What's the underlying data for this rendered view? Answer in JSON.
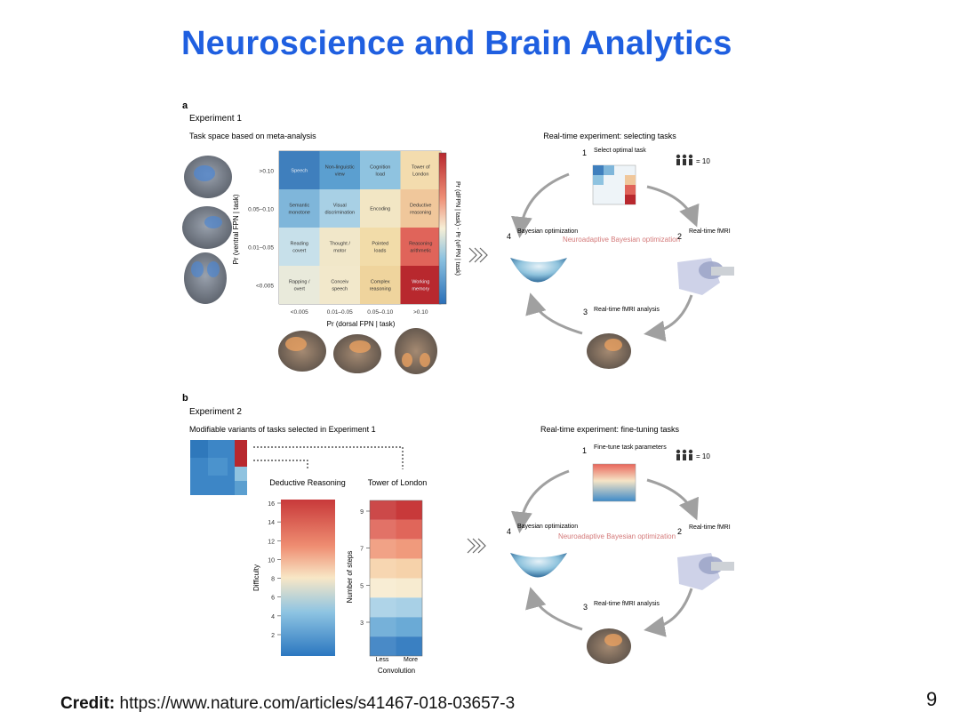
{
  "slide": {
    "title": "Neuroscience and Brain Analytics",
    "credit_label": "Credit:",
    "credit_url": "https://www.nature.com/articles/s41467-018-03657-3",
    "page_number": "9"
  },
  "panel_a": {
    "letter": "a",
    "experiment": "Experiment 1",
    "subtitle": "Task space based on meta-analysis",
    "ylabel": "Pr (ventral FPN | task)",
    "xlabel": "Pr (dorsal FPN | task)",
    "colorbar_label": "Pr (dFPN | task) - Pr (vFPN | task)",
    "row_labels": [
      ">0.10",
      "0.05–0.10",
      "0.01–0.05",
      "<0.005"
    ],
    "col_labels": [
      "<0.005",
      "0.01–0.05",
      "0.05–0.10",
      ">0.10"
    ],
    "cells": [
      [
        "Speech",
        "Non-linguistic view",
        "Cognition load",
        "Tower of London"
      ],
      [
        "Semantic monotone",
        "Visual discrimination",
        "Encoding",
        "Deductive reasoning"
      ],
      [
        "Reading covert",
        "Thought / motor",
        "Pointed loads",
        "Reasoning arithmetic"
      ],
      [
        "Rapping / overt",
        "Conceiv speech",
        "Complex reasoning",
        "Working memory"
      ]
    ],
    "cell_colors": [
      [
        "#3f7fbd",
        "#5b9fd0",
        "#8fc3e0",
        "#f3dcae"
      ],
      [
        "#7fb6da",
        "#a8d0e5",
        "#f2e6c4",
        "#f0c79b"
      ],
      [
        "#c7e0ea",
        "#f1e7c9",
        "#f2dca9",
        "#e0645a"
      ],
      [
        "#e9eadb",
        "#f2e8cb",
        "#efd49d",
        "#b8282e"
      ]
    ],
    "cycle_title": "Real-time experiment: selecting tasks",
    "center_label": "Neuroadaptive Bayesian optimization",
    "step1": "Select optimal task",
    "step2": "Real-time fMRI",
    "step3": "Real-time fMRI analysis",
    "step4": "Bayesian optimization",
    "participants": "= 10",
    "num1": "1",
    "num2": "2",
    "num3": "3",
    "num4": "4"
  },
  "panel_b": {
    "letter": "b",
    "experiment": "Experiment 2",
    "subtitle": "Modifiable variants of tasks selected in Experiment 1",
    "deductive_title": "Deductive Reasoning",
    "deductive_ylabel": "Difficulty",
    "deductive_ticks": [
      "16",
      "14",
      "12",
      "10",
      "8",
      "6",
      "4",
      "2"
    ],
    "tower_title": "Tower of London",
    "tower_ylabel": "Number of steps",
    "tower_ticks": [
      "9",
      "7",
      "5",
      "3"
    ],
    "tower_xticks": [
      "Less",
      "More"
    ],
    "tower_xlabel": "Convolution",
    "cycle_title": "Real-time experiment: fine-tuning tasks",
    "center_label": "Neuroadaptive Bayesian optimization",
    "step1": "Fine-tune task parameters",
    "step2": "Real-time fMRI",
    "step3": "Real-time fMRI analysis",
    "step4": "Bayesian optimization",
    "participants": "= 10",
    "num1": "1",
    "num2": "2",
    "num3": "3",
    "num4": "4"
  },
  "colors": {
    "title_blue": "#1f5fe0",
    "brain_gray": "#8a8e96",
    "accent_red": "#b8282e",
    "accent_blue": "#2a6fb8",
    "arrow_gray": "#a0a0a0",
    "center_text": "#d47a7a"
  }
}
